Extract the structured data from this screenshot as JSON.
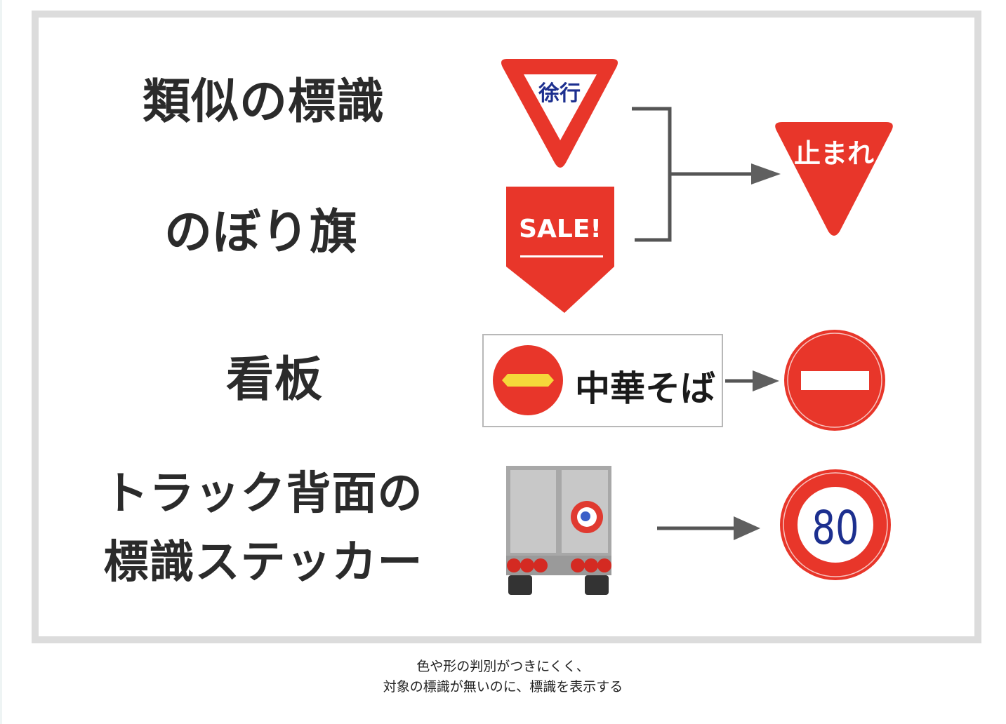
{
  "colors": {
    "sign_red": "#e8362a",
    "sign_blue": "#1c2f8f",
    "sign_yellow": "#f5d83a",
    "arrow_gray": "#5a5a5a",
    "frame_gray": "#dcdcdc",
    "label_text": "#2b2b2b"
  },
  "rows": [
    {
      "label": "類似の標識",
      "object": {
        "type": "yield-sign-slow",
        "text": "徐行"
      },
      "target": {
        "type": "stop-sign",
        "text": "止まれ"
      }
    },
    {
      "label": "のぼり旗",
      "object": {
        "type": "sale-banner",
        "text": "SALE!"
      },
      "target_shared_with_row": 0
    },
    {
      "label": "看板",
      "object": {
        "type": "shop-signboard",
        "text": "中華そば",
        "icon": "no-entry-style-circle-yellow-bar"
      },
      "target": {
        "type": "no-entry-sign"
      }
    },
    {
      "label_lines": [
        "トラック背面の",
        "標識ステッカー"
      ],
      "object": {
        "type": "truck-rear-with-sticker"
      },
      "target": {
        "type": "speed-limit-sign",
        "text": "80"
      }
    }
  ],
  "caption": {
    "line1": "色や形の判別がつきにくく、",
    "line2": "対象の標識が無いのに、標識を表示する"
  }
}
